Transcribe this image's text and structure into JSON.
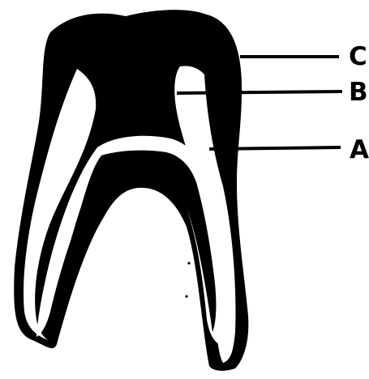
{
  "figure": {
    "labels": {
      "c": "C",
      "b": "B",
      "a": "A"
    }
  },
  "colors": {
    "ink": "#000000",
    "paper": "#ffffff"
  }
}
